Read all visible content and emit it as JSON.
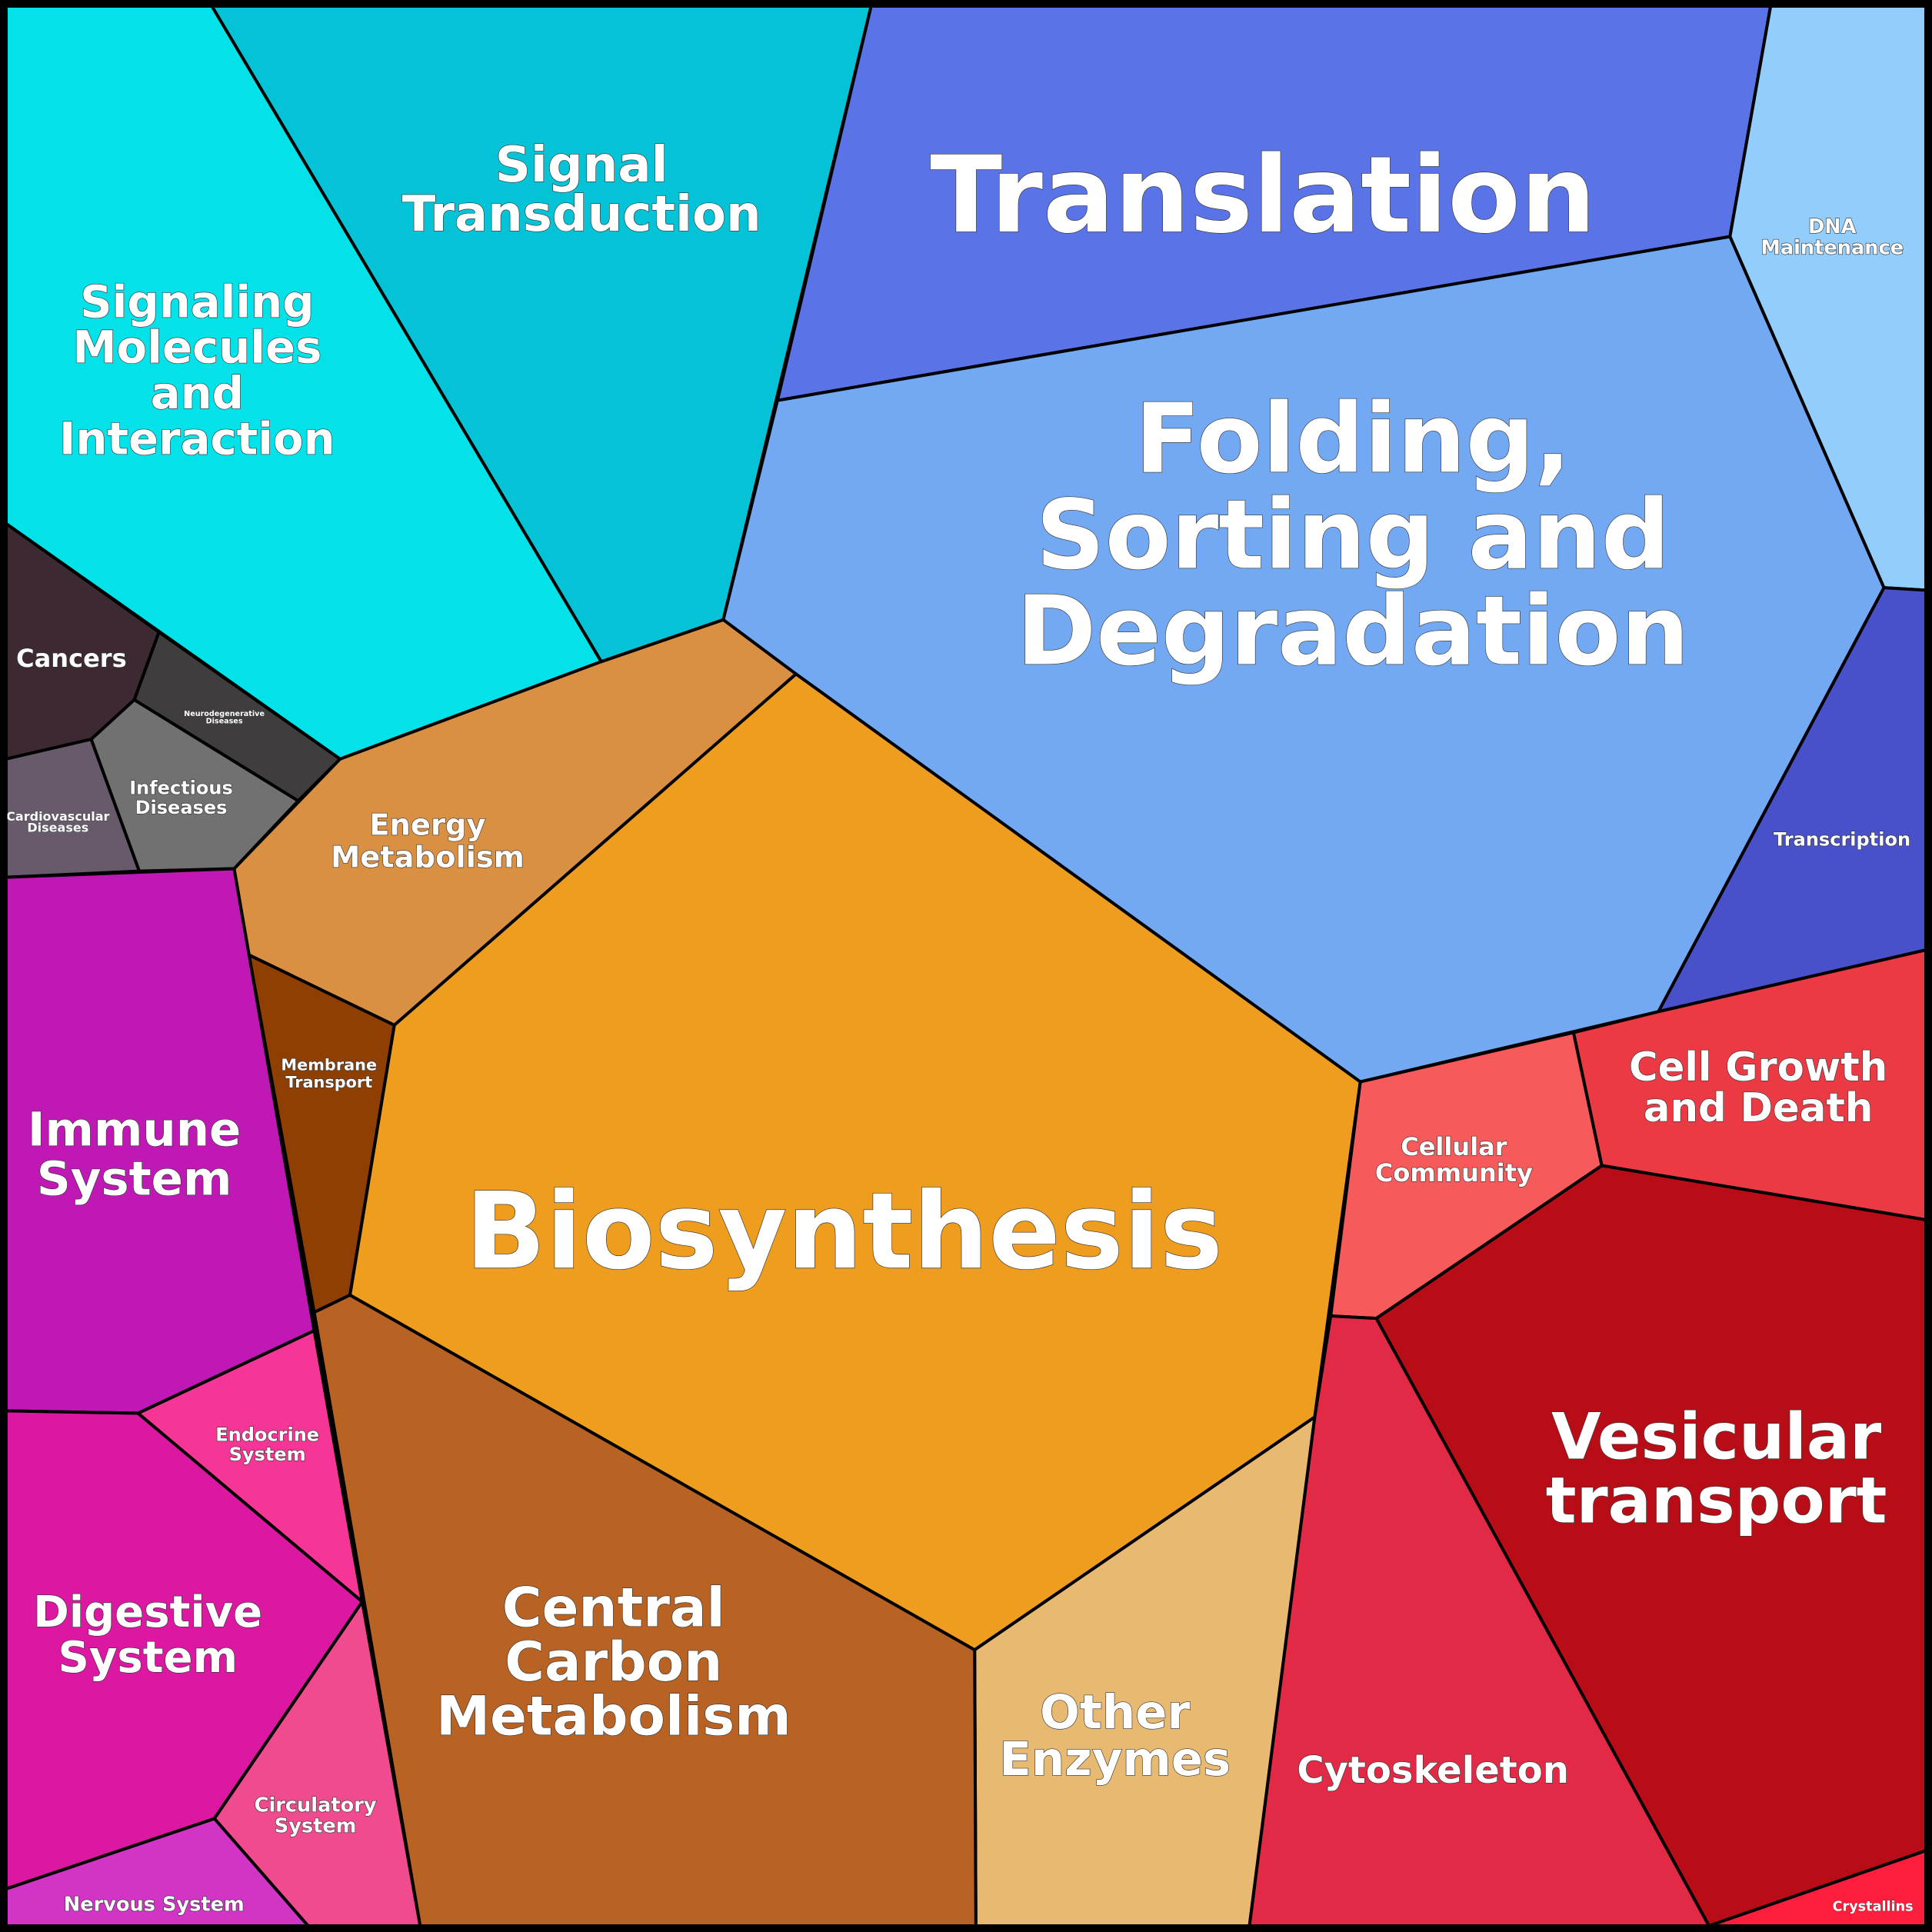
{
  "title": "Proteomap",
  "cells": {
    "signaling_molecules": {
      "lines": [
        "Signaling",
        "Molecules",
        "and",
        "Interaction"
      ],
      "color": "#03e2e9"
    },
    "signal_transduction": {
      "lines": [
        "Signal",
        "Transduction"
      ],
      "color": "#05c3d6"
    },
    "translation": {
      "lines": [
        "Translation"
      ],
      "color": "#5a74e8"
    },
    "dna_maintenance": {
      "lines": [
        "DNA",
        "Maintenance"
      ],
      "color": "#93cdfb"
    },
    "folding": {
      "lines": [
        "Folding,",
        "Sorting and",
        "Degradation"
      ],
      "color": "#72a9f2"
    },
    "transcription": {
      "lines": [
        "Transcription"
      ],
      "color": "#4851c9"
    },
    "cell_growth": {
      "lines": [
        "Cell Growth",
        "and Death"
      ],
      "color": "#ec3a45"
    },
    "cellular_community": {
      "lines": [
        "Cellular",
        "Community"
      ],
      "color": "#f65a5b"
    },
    "vesicular": {
      "lines": [
        "Vesicular",
        "transport"
      ],
      "color": "#b80c17"
    },
    "crystallins": {
      "lines": [
        "Crystallins"
      ],
      "color": "#fd1e3e"
    },
    "cytoskeleton": {
      "lines": [
        "Cytoskeleton"
      ],
      "color": "#e22a47"
    },
    "other_enzymes": {
      "lines": [
        "Other",
        "Enzymes"
      ],
      "color": "#e8b970"
    },
    "central_carbon": {
      "lines": [
        "Central",
        "Carbon",
        "Metabolism"
      ],
      "color": "#b86223"
    },
    "biosynthesis": {
      "lines": [
        "Biosynthesis"
      ],
      "color": "#ee9d1f"
    },
    "energy": {
      "lines": [
        "Energy",
        "Metabolism"
      ],
      "color": "#d99043"
    },
    "membrane": {
      "lines": [
        "Membrane",
        "Transport"
      ],
      "color": "#8f3f02"
    },
    "cancers": {
      "lines": [
        "Cancers"
      ],
      "color": "#3d2932"
    },
    "neuro": {
      "lines": [
        "Neurodegenerative",
        "Diseases"
      ],
      "color": "#3f3d3e"
    },
    "infectious": {
      "lines": [
        "Infectious",
        "Diseases"
      ],
      "color": "#717171"
    },
    "cardio": {
      "lines": [
        "Cardiovascular",
        "Diseases"
      ],
      "color": "#665a6b"
    },
    "immune": {
      "lines": [
        "Immune",
        "System"
      ],
      "color": "#bf18b5"
    },
    "endocrine": {
      "lines": [
        "Endocrine",
        "System"
      ],
      "color": "#f53697"
    },
    "digestive": {
      "lines": [
        "Digestive",
        "System"
      ],
      "color": "#dc18a3"
    },
    "circulatory": {
      "lines": [
        "Circulatory",
        "System"
      ],
      "color": "#f04b8f"
    },
    "nervous": {
      "lines": [
        "Nervous System"
      ],
      "color": "#d234c6"
    }
  }
}
